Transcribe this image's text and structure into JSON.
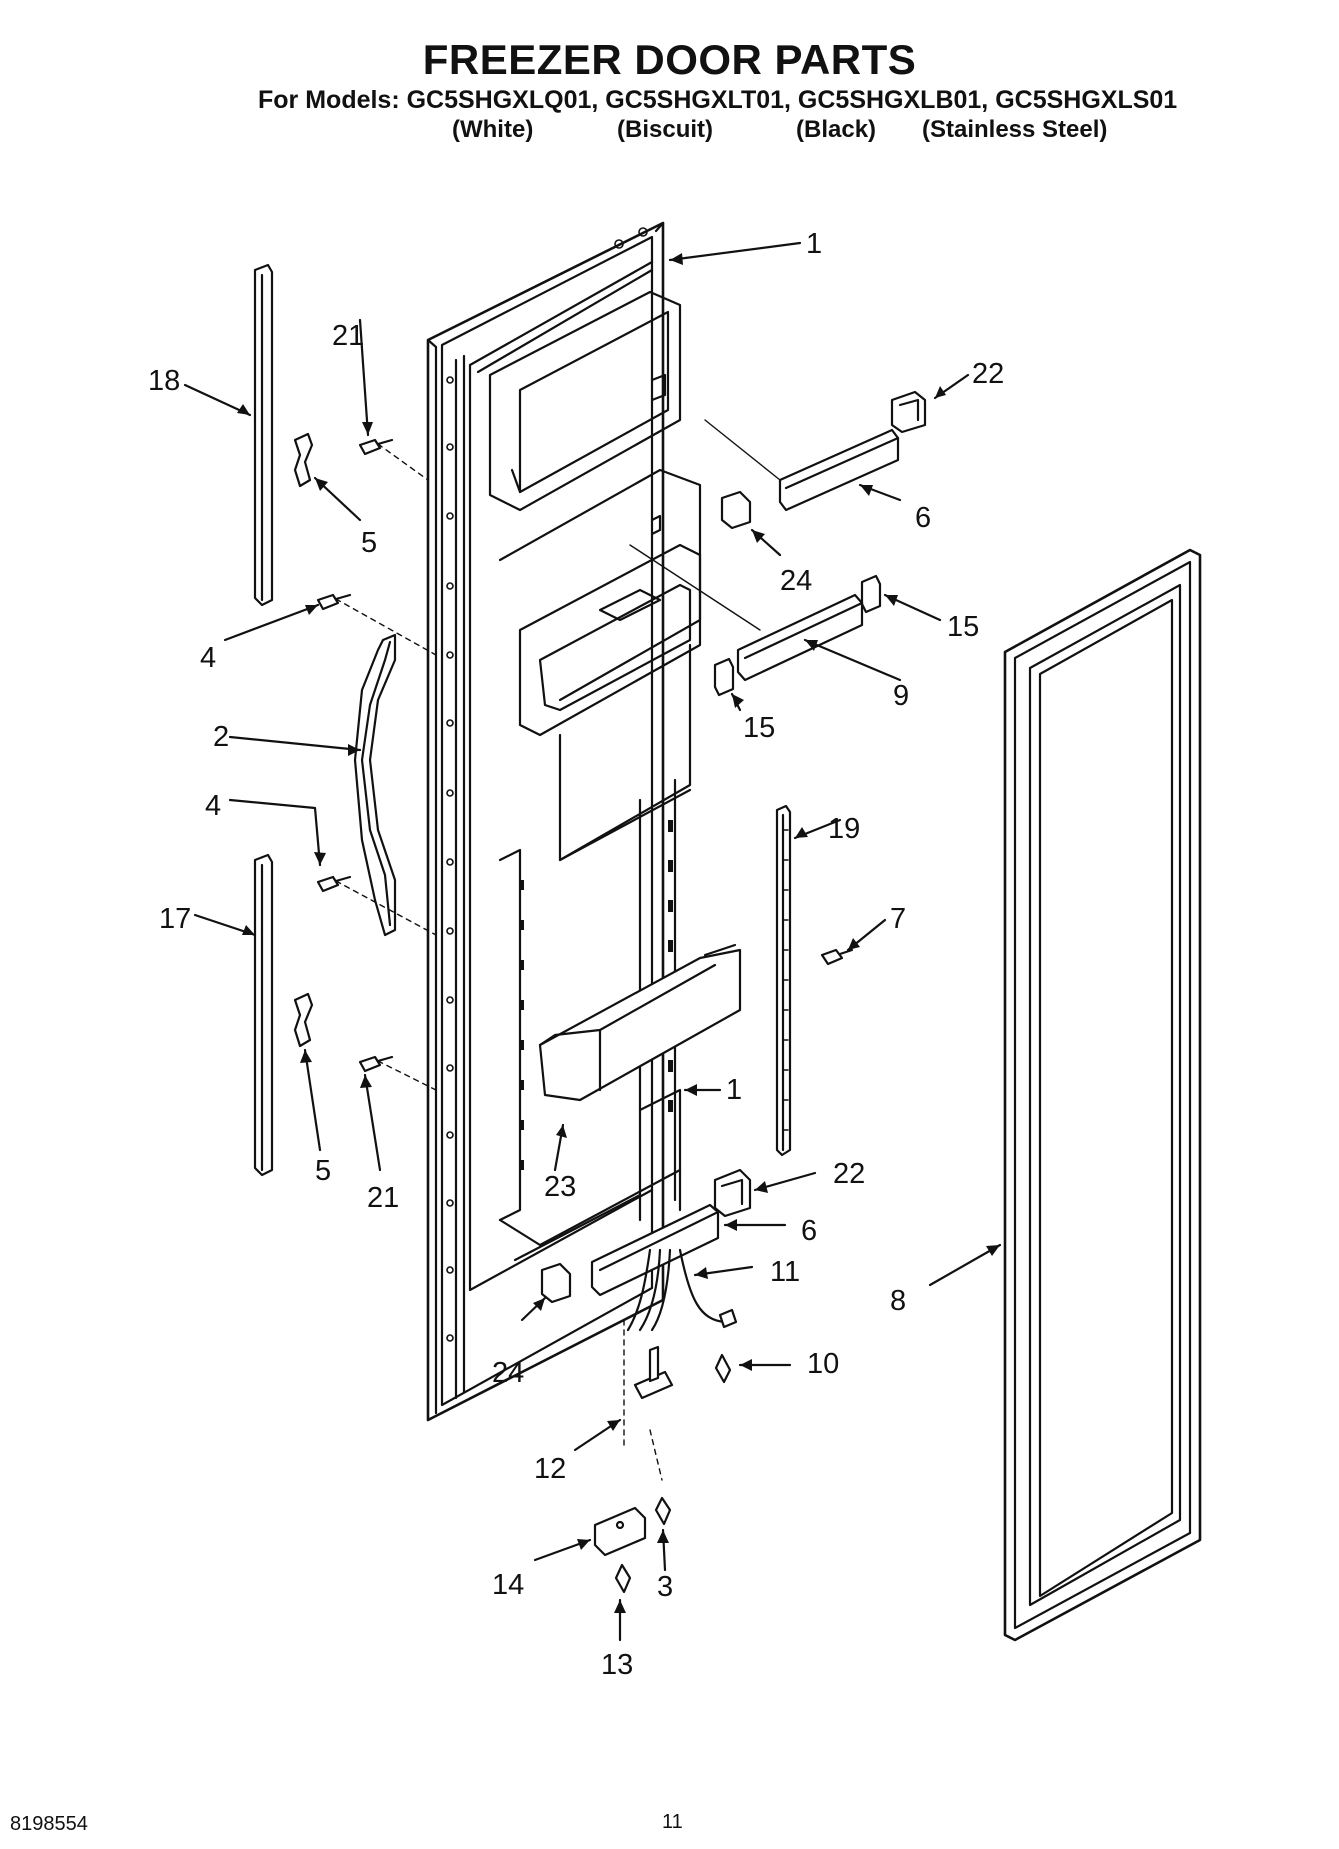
{
  "header": {
    "title": "FREEZER DOOR PARTS",
    "models_line": "For Models: GC5SHGXLQ01, GC5SHGXLT01, GC5SHGXLB01, GC5SHGXLS01",
    "variants": [
      "(White)",
      "(Biscuit)",
      "(Black)",
      "(Stainless Steel)"
    ]
  },
  "callouts": [
    "1",
    "21",
    "18",
    "22",
    "5",
    "6",
    "24",
    "4",
    "15",
    "9",
    "2",
    "15",
    "4",
    "19",
    "17",
    "7",
    "1",
    "5",
    "21",
    "23",
    "22",
    "6",
    "11",
    "8",
    "24",
    "10",
    "12",
    "14",
    "3",
    "13"
  ],
  "footer": {
    "doc_number": "8198554",
    "page_number": "11"
  }
}
